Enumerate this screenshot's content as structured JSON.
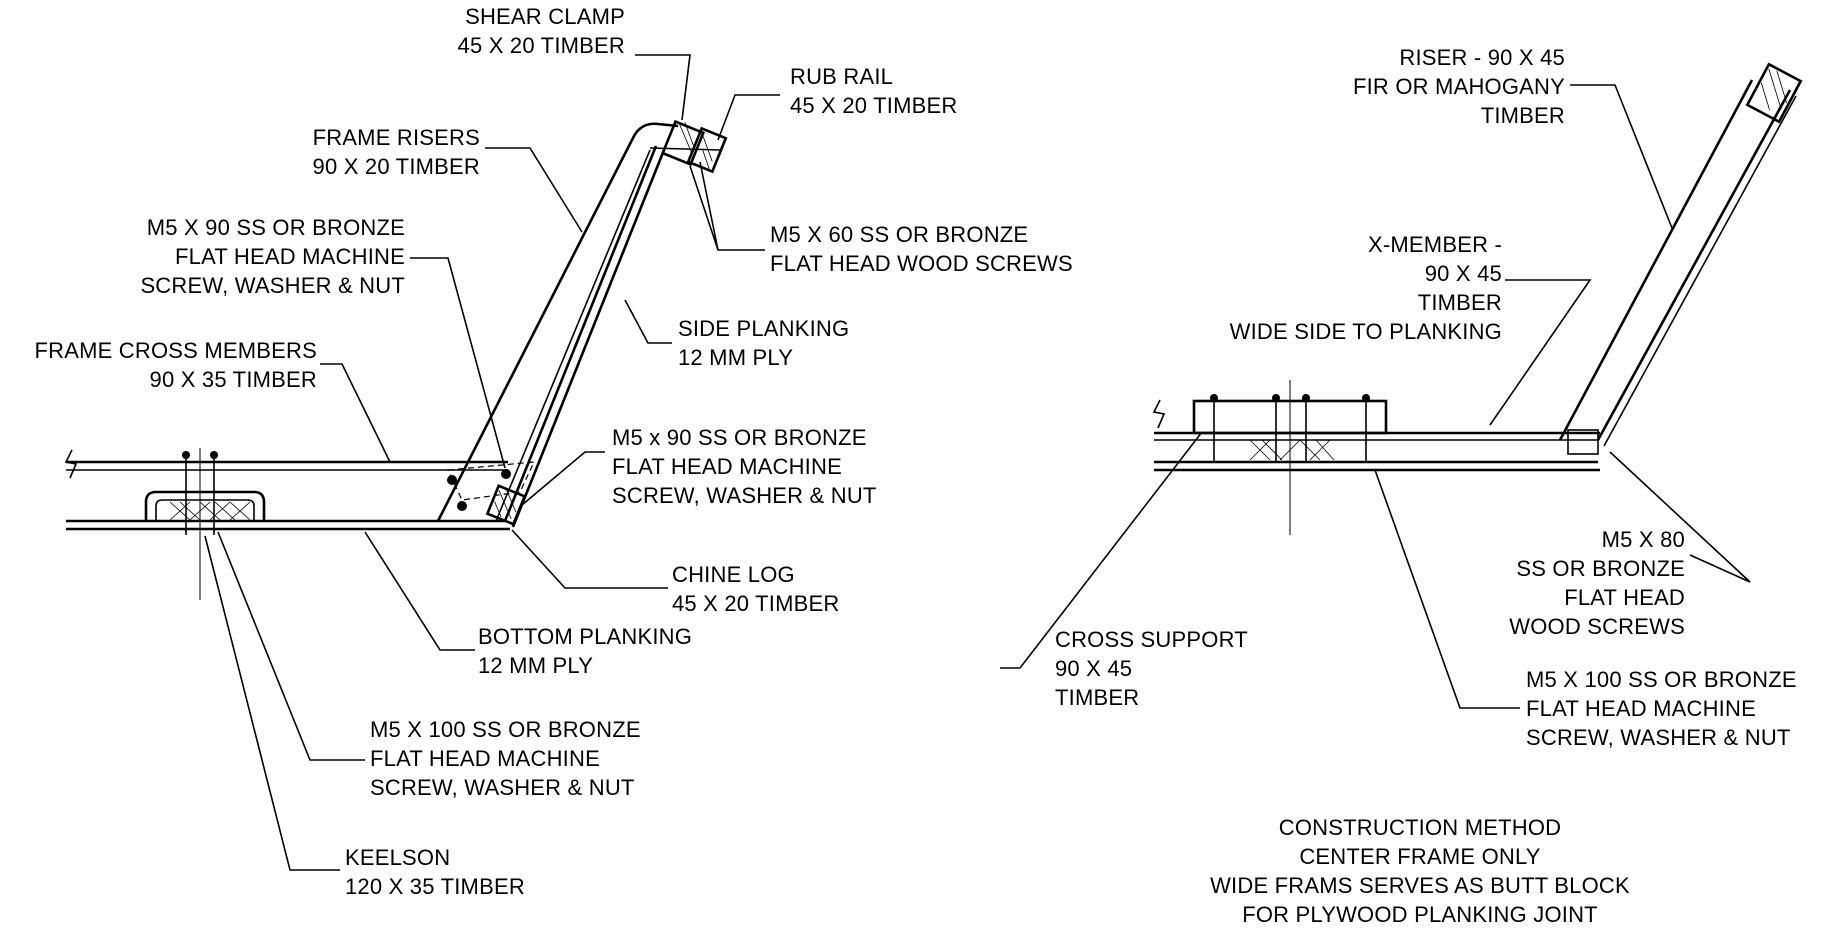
{
  "left_detail": {
    "shear_clamp": [
      "SHEAR CLAMP",
      "45 X 20 TIMBER"
    ],
    "rub_rail": [
      "RUB RAIL",
      "45 X 20 TIMBER"
    ],
    "frame_risers": [
      "FRAME RISERS",
      "90 X 20 TIMBER"
    ],
    "m5x90_upper": [
      "M5 X 90 SS OR BRONZE",
      "FLAT HEAD MACHINE",
      "SCREW, WASHER & NUT"
    ],
    "m5x60": [
      "M5 X 60 SS OR BRONZE",
      "FLAT HEAD WOOD SCREWS"
    ],
    "frame_cross_members": [
      "FRAME CROSS MEMBERS",
      "90 X 35 TIMBER"
    ],
    "side_planking": [
      "SIDE PLANKING",
      "12 MM PLY"
    ],
    "m5x90_lower": [
      "M5 x 90 SS OR BRONZE",
      "FLAT HEAD MACHINE",
      "SCREW, WASHER & NUT"
    ],
    "chine_log": [
      "CHINE LOG",
      "45 X 20 TIMBER"
    ],
    "bottom_planking": [
      "BOTTOM PLANKING",
      "12 MM PLY"
    ],
    "m5x100": [
      "M5 X 100 SS OR BRONZE",
      "FLAT HEAD MACHINE",
      "SCREW, WASHER & NUT"
    ],
    "keelson": [
      "KEELSON",
      "120 X 35 TIMBER"
    ]
  },
  "right_detail": {
    "riser": [
      "RISER - 90 X 45",
      "FIR OR MAHOGANY",
      "TIMBER"
    ],
    "x_member": [
      "X-MEMBER -",
      "90 X 45",
      "TIMBER",
      "WIDE SIDE TO PLANKING"
    ],
    "m5x80": [
      "M5 X 80",
      "SS OR BRONZE",
      "FLAT HEAD",
      "WOOD SCREWS"
    ],
    "cross_support": [
      "CROSS SUPPORT",
      "90 X 45",
      "TIMBER"
    ],
    "m5x100": [
      "M5 X 100 SS OR BRONZE",
      "FLAT HEAD MACHINE",
      "SCREW, WASHER & NUT"
    ]
  },
  "notes": [
    "CONSTRUCTION METHOD",
    "CENTER FRAME ONLY",
    "WIDE FRAMS SERVES AS BUTT BLOCK",
    "FOR PLYWOOD PLANKING JOINT"
  ]
}
